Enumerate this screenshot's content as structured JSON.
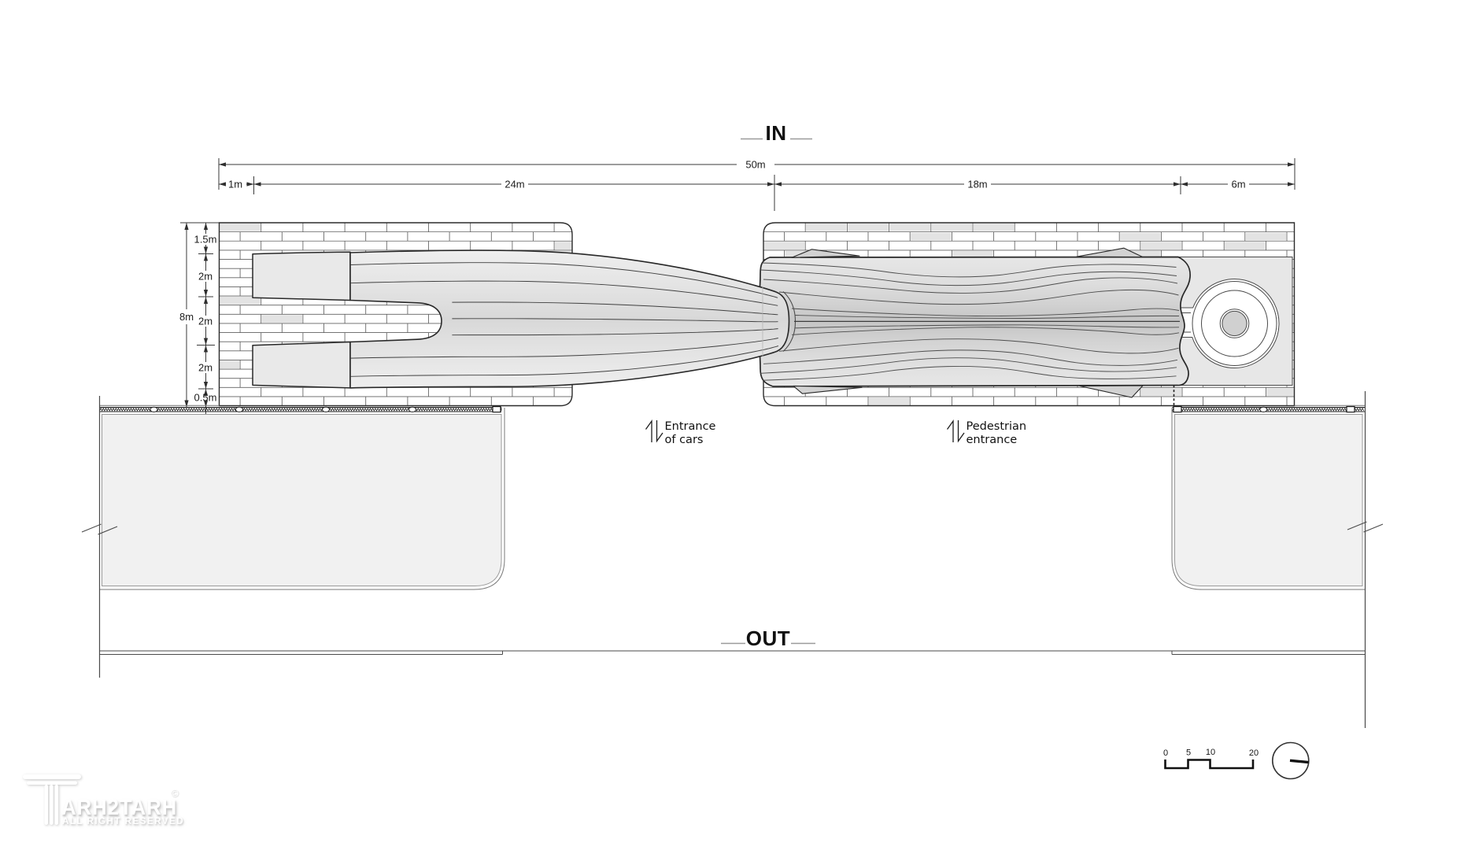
{
  "plan": {
    "gate_in_label": "IN",
    "gate_out_label": "OUT"
  },
  "dimensions": {
    "horizontal": {
      "total": "50m",
      "seg1": "1m",
      "seg2": "24m",
      "seg3": "18m",
      "seg4": "6m"
    },
    "vertical": {
      "total": "8m",
      "seg1": "1.5m",
      "seg2": "2m",
      "seg3": "2m",
      "seg4": "2m",
      "seg5": "0.5m"
    }
  },
  "annotations": {
    "car_entrance_line1": "Entrance",
    "car_entrance_line2": "of cars",
    "pedestrian_entrance_line1": "Pedestrian",
    "pedestrian_entrance_line2": "entrance"
  },
  "scale_bar": {
    "tick0": "0",
    "tick1": "5",
    "tick2": "10",
    "tick3": "20"
  },
  "watermark": {
    "brand": "ARH2TARH",
    "copyright": "©",
    "rights": "ALL RIGHT RESERVED"
  },
  "colors": {
    "background": "#ffffff",
    "line_dark": "#2b2b2b",
    "dim_line": "#3a3a3a",
    "label_dash": "#9a9a9a",
    "brick_joint": "#5f5f5f",
    "brick_gray": "#e3e3e3",
    "canopy_light": "#ececec",
    "canopy_mid": "#d6d6d6",
    "grain_dark": "#c9c9c9",
    "panel_fill": "#e7e7e7",
    "parcel_fill": "#f1f1f1",
    "fence": "#1d1d1d"
  }
}
